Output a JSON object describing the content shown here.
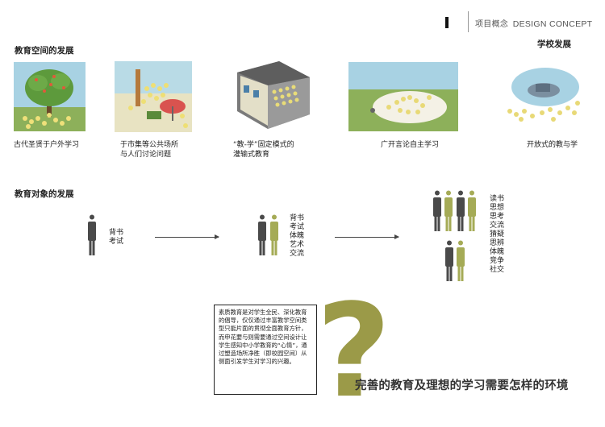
{
  "header": {
    "title_cn": "项目概念",
    "title_en": "DESIGN CONCEPT"
  },
  "space_section": {
    "title": "教育空间的发展",
    "school_title": "学校发展",
    "items": [
      {
        "caption": "古代圣贤于户外学习"
      },
      {
        "caption_line1": "于市集等公共场所",
        "caption_line2": "与人们讨论问题"
      },
      {
        "caption_line1": "“教-学”固定模式的",
        "caption_line2": "灌输式教育"
      },
      {
        "caption": "广开言论自主学习"
      },
      {
        "caption": "开放式的教与学"
      }
    ]
  },
  "object_section": {
    "title": "教育对象的发展",
    "stage1": [
      "背书",
      "考试"
    ],
    "stage2": [
      "背书",
      "考试",
      "体魄",
      "艺术",
      "交流"
    ],
    "stage3": [
      "读书",
      "思想",
      "思考",
      "交流",
      "猜疑",
      "思辨",
      "体魄",
      "竞争",
      "社交"
    ]
  },
  "question": {
    "paragraph": "素质教育是对学生全民、深化教育的倡导，仅仅通过丰富教学空间类型只能片面的贯彻全面教育方针，而申花要与则需要通过空间设计让学生感知中小学教育的“心情”，通过塑造场所净胜（即校园空间）从侧面引发学生对学习的兴趣。",
    "mark": "?",
    "statement": "完善的教育及理想的学习需要怎样的环境"
  },
  "colors": {
    "figure_dark": "#4a4a4a",
    "figure_green": "#a5ab56",
    "question_mark": "#9b9a48",
    "sky": "#a8d2e3",
    "grass": "#8db05a"
  }
}
